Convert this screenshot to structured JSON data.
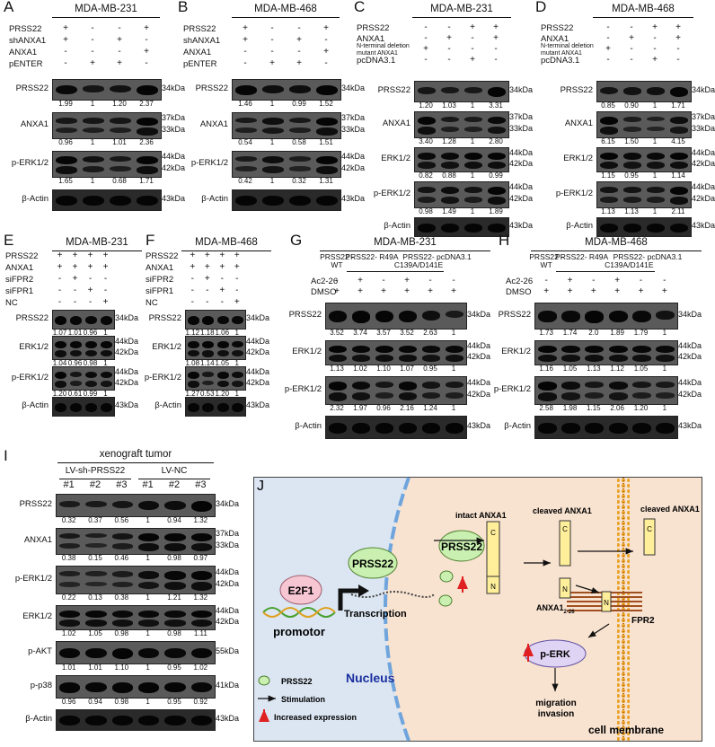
{
  "figure": {
    "panels": [
      {
        "id": "A",
        "letter": "A",
        "title": "MDA-MB-231",
        "lanes": 4,
        "rows": [
          {
            "label": "PRSS22",
            "signs": [
              "+",
              "-",
              "-",
              "+"
            ]
          },
          {
            "label": "shANXA1",
            "signs": [
              "+",
              "-",
              "+",
              "-"
            ]
          },
          {
            "label": "ANXA1",
            "signs": [
              "-",
              "-",
              "-",
              "+"
            ]
          },
          {
            "label": "pENTER",
            "signs": [
              "-",
              "+",
              "+",
              "-"
            ]
          }
        ],
        "blots": [
          {
            "name": "PRSS22",
            "kda": [
              "34kDa"
            ],
            "quant": [
              "1.99",
              "1",
              "1.20",
              "2.37"
            ]
          },
          {
            "name": "ANXA1",
            "kda": [
              "37kDa",
              "33kDa"
            ],
            "quant": [
              "0.96",
              "1",
              "1.01",
              "2.36"
            ]
          },
          {
            "name": "p-ERK1/2",
            "kda": [
              "44kDa",
              "42kDa"
            ],
            "quant": [
              "1.65",
              "1",
              "0.68",
              "1.71"
            ]
          },
          {
            "name": "β-Actin",
            "kda": [
              "43kDa"
            ],
            "quant": []
          }
        ]
      },
      {
        "id": "B",
        "letter": "B",
        "title": "MDA-MB-468",
        "lanes": 4,
        "rows": [
          {
            "label": "PRSS22",
            "signs": [
              "+",
              "-",
              "-",
              "+"
            ]
          },
          {
            "label": "shANXA1",
            "signs": [
              "+",
              "-",
              "+",
              "-"
            ]
          },
          {
            "label": "ANXA1",
            "signs": [
              "-",
              "-",
              "-",
              "+"
            ]
          },
          {
            "label": "pENTER",
            "signs": [
              "-",
              "+",
              "+",
              "-"
            ]
          }
        ],
        "blots": [
          {
            "name": "PRSS22",
            "kda": [
              "34kDa"
            ],
            "quant": [
              "1.46",
              "1",
              "0.99",
              "1.52"
            ]
          },
          {
            "name": "ANXA1",
            "kda": [
              "37kDa",
              "33kDa"
            ],
            "quant": [
              "0.54",
              "1",
              "0.58",
              "1.51"
            ]
          },
          {
            "name": "p-ERK1/2",
            "kda": [
              "44kDa",
              "42kDa"
            ],
            "quant": [
              "0.42",
              "1",
              "0.32",
              "1.31"
            ]
          },
          {
            "name": "β-Actin",
            "kda": [
              "43kDa"
            ],
            "quant": []
          }
        ]
      },
      {
        "id": "C",
        "letter": "C",
        "title": "MDA-MB-231",
        "lanes": 4,
        "rows": [
          {
            "label": "PRSS22",
            "signs": [
              "-",
              "-",
              "+",
              "+"
            ]
          },
          {
            "label": "ANXA1",
            "signs": [
              "-",
              "+",
              "-",
              "+"
            ]
          },
          {
            "label": "N-terminal deletion mutant ANXA1",
            "signs": [
              "+",
              "-",
              "-",
              "-"
            ]
          },
          {
            "label": "pcDNA3.1",
            "signs": [
              "-",
              "-",
              "+",
              "-"
            ]
          }
        ],
        "blots": [
          {
            "name": "PRSS22",
            "kda": [
              "34kDa"
            ],
            "quant": [
              "1.20",
              "1.03",
              "1",
              "3.31"
            ]
          },
          {
            "name": "ANXA1",
            "kda": [
              "37kDa",
              "33kDa"
            ],
            "quant": [
              "3.40",
              "1.28",
              "1",
              "2.80"
            ]
          },
          {
            "name": "ERK1/2",
            "kda": [
              "44kDa",
              "42kDa"
            ],
            "quant": [
              "0.82",
              "0.88",
              "1",
              "0.99"
            ]
          },
          {
            "name": "p-ERK1/2",
            "kda": [
              "44kDa",
              "42kDa"
            ],
            "quant": [
              "0.98",
              "1.49",
              "1",
              "1.89"
            ]
          },
          {
            "name": "β-Actin",
            "kda": [
              "43kDa"
            ],
            "quant": []
          }
        ]
      },
      {
        "id": "D",
        "letter": "D",
        "title": "MDA-MB-468",
        "lanes": 4,
        "rows": [
          {
            "label": "PRSS22",
            "signs": [
              "-",
              "-",
              "+",
              "+"
            ]
          },
          {
            "label": "ANXA1",
            "signs": [
              "-",
              "+",
              "-",
              "+"
            ]
          },
          {
            "label": "N-terminal deletion mutant ANXA1",
            "signs": [
              "+",
              "-",
              "-",
              "-"
            ]
          },
          {
            "label": "pcDNA3.1",
            "signs": [
              "-",
              "-",
              "+",
              "-"
            ]
          }
        ],
        "blots": [
          {
            "name": "PRSS22",
            "kda": [
              "34kDa"
            ],
            "quant": [
              "0.85",
              "0.90",
              "1",
              "1.71"
            ]
          },
          {
            "name": "ANXA1",
            "kda": [
              "37kDa",
              "33kDa"
            ],
            "quant": [
              "6.15",
              "1.50",
              "1",
              "4.15"
            ]
          },
          {
            "name": "ERK1/2",
            "kda": [
              "44kDa",
              "42kDa"
            ],
            "quant": [
              "1.15",
              "0.95",
              "1",
              "1.14"
            ]
          },
          {
            "name": "p-ERK1/2",
            "kda": [
              "44kDa",
              "42kDa"
            ],
            "quant": [
              "1.13",
              "1.13",
              "1",
              "2.11"
            ]
          },
          {
            "name": "β-Actin",
            "kda": [
              "43kDa"
            ],
            "quant": []
          }
        ]
      },
      {
        "id": "E",
        "letter": "E",
        "title": "MDA-MB-231",
        "lanes": 4,
        "rows": [
          {
            "label": "PRSS22",
            "signs": [
              "+",
              "+",
              "+",
              "+"
            ]
          },
          {
            "label": "ANXA1",
            "signs": [
              "+",
              "+",
              "+",
              "+"
            ]
          },
          {
            "label": "siFPR2",
            "signs": [
              "-",
              "+",
              "-",
              "-"
            ]
          },
          {
            "label": "siFPR1",
            "signs": [
              "-",
              "-",
              "+",
              "-"
            ]
          },
          {
            "label": "NC",
            "signs": [
              "-",
              "-",
              "-",
              "+"
            ]
          }
        ],
        "blots": [
          {
            "name": "PRSS22",
            "kda": [
              "34kDa"
            ],
            "quant": [
              "1.07",
              "1.01",
              "0.96",
              "1"
            ]
          },
          {
            "name": "ERK1/2",
            "kda": [
              "44kDa",
              "42kDa"
            ],
            "quant": [
              "1.04",
              "0.96",
              "0.98",
              "1"
            ]
          },
          {
            "name": "p-ERK1/2",
            "kda": [
              "44kDa",
              "42kDa"
            ],
            "quant": [
              "1.20",
              "0.61",
              "0.99",
              "1"
            ]
          },
          {
            "name": "β-Actin",
            "kda": [
              "43kDa"
            ],
            "quant": []
          }
        ]
      },
      {
        "id": "F",
        "letter": "F",
        "title": "MDA-MB-468",
        "lanes": 4,
        "rows": [
          {
            "label": "PRSS22",
            "signs": [
              "+",
              "+",
              "+",
              "+"
            ]
          },
          {
            "label": "ANXA1",
            "signs": [
              "+",
              "+",
              "+",
              "+"
            ]
          },
          {
            "label": "siFPR2",
            "signs": [
              "-",
              "+",
              "-",
              "-"
            ]
          },
          {
            "label": "siFPR1",
            "signs": [
              "-",
              "-",
              "+",
              "-"
            ]
          },
          {
            "label": "NC",
            "signs": [
              "-",
              "-",
              "-",
              "+"
            ]
          }
        ],
        "blots": [
          {
            "name": "PRSS22",
            "kda": [
              "34kDa"
            ],
            "quant": [
              "1.12",
              "1.18",
              "1.06",
              "1"
            ]
          },
          {
            "name": "ERK1/2",
            "kda": [
              "44kDa",
              "42kDa"
            ],
            "quant": [
              "1.08",
              "1.14",
              "1.05",
              "1"
            ]
          },
          {
            "name": "p-ERK1/2",
            "kda": [
              "44kDa",
              "42kDa"
            ],
            "quant": [
              "1.27",
              "0.53",
              "1.20",
              "1"
            ]
          },
          {
            "name": "β-Actin",
            "kda": [
              "43kDa"
            ],
            "quant": []
          }
        ]
      },
      {
        "id": "G",
        "letter": "G",
        "title": "MDA-MB-231",
        "lanes": 6,
        "groups": [
          {
            "label": "PRSS22 -WT"
          },
          {
            "label": "PRSS22- R49A"
          },
          {
            "label": "PRSS22- C139A/D141E"
          },
          {
            "label": "pcDNA3.1"
          }
        ],
        "rows": [
          {
            "label": "Ac2-26",
            "signs": [
              "-",
              "+",
              "-",
              "+",
              "-",
              "-"
            ]
          },
          {
            "label": "DMSO",
            "signs": [
              "+",
              "+",
              "+",
              "+",
              "+",
              "+"
            ]
          }
        ],
        "blots": [
          {
            "name": "PRSS22",
            "kda": [
              "34kDa"
            ],
            "quant": [
              "3.52",
              "3.74",
              "3.57",
              "3.52",
              "2.63",
              "1"
            ]
          },
          {
            "name": "ERK1/2",
            "kda": [
              "44kDa",
              "42kDa"
            ],
            "quant": [
              "1.13",
              "1.02",
              "1.10",
              "1.07",
              "0.95",
              "1"
            ]
          },
          {
            "name": "p-ERK1/2",
            "kda": [
              "44kDa",
              "42kDa"
            ],
            "quant": [
              "2.32",
              "1.97",
              "0.96",
              "2.16",
              "1.24",
              "1"
            ]
          },
          {
            "name": "β-Actin",
            "kda": [
              "43kDa"
            ],
            "quant": []
          }
        ]
      },
      {
        "id": "H",
        "letter": "H",
        "title": "MDA-MB-468",
        "lanes": 6,
        "groups": [
          {
            "label": "PRSS22 -WT"
          },
          {
            "label": "PRSS22- R49A"
          },
          {
            "label": "PRSS22- C139A/D141E"
          },
          {
            "label": "pcDNA3.1"
          }
        ],
        "rows": [
          {
            "label": "Ac2-26",
            "signs": [
              "-",
              "+",
              "-",
              "+",
              "-",
              "-"
            ]
          },
          {
            "label": "DMSO",
            "signs": [
              "+",
              "+",
              "+",
              "+",
              "+",
              "+"
            ]
          }
        ],
        "blots": [
          {
            "name": "PRSS22",
            "kda": [
              "34kDa"
            ],
            "quant": [
              "1.73",
              "1.74",
              "2.0",
              "1.89",
              "1.79",
              "1"
            ]
          },
          {
            "name": "ERK1/2",
            "kda": [
              "44kDa",
              "42kDa"
            ],
            "quant": [
              "1.16",
              "1.05",
              "1.13",
              "1.12",
              "1.05",
              "1"
            ]
          },
          {
            "name": "p-ERK1/2",
            "kda": [
              "44kDa",
              "42kDa"
            ],
            "quant": [
              "2.58",
              "1.98",
              "1.15",
              "2.06",
              "1.20",
              "1"
            ]
          },
          {
            "name": "β-Actin",
            "kda": [
              "43kDa"
            ],
            "quant": []
          }
        ]
      },
      {
        "id": "I",
        "letter": "I",
        "title": "xenograft tumor",
        "lanes": 6,
        "groups": [
          {
            "label": "LV-sh-PRSS22"
          },
          {
            "label": "LV-NC"
          }
        ],
        "lane_labels": [
          "#1",
          "#2",
          "#3",
          "#1",
          "#2",
          "#3"
        ],
        "blots": [
          {
            "name": "PRSS22",
            "kda": [
              "34kDa"
            ],
            "quant": [
              "0.32",
              "0.37",
              "0.56",
              "1",
              "0.94",
              "1.32"
            ]
          },
          {
            "name": "ANXA1",
            "kda": [
              "37kDa",
              "33kDa"
            ],
            "quant": [
              "0.38",
              "0.15",
              "0.46",
              "1",
              "0.98",
              "0.97"
            ]
          },
          {
            "name": "p-ERK1/2",
            "kda": [
              "44kDa",
              "42kDa"
            ],
            "quant": [
              "0.22",
              "0.13",
              "0.38",
              "1",
              "1.21",
              "1.32"
            ]
          },
          {
            "name": "ERK1/2",
            "kda": [
              "44kDa",
              "42kDa"
            ],
            "quant": [
              "1.02",
              "1.05",
              "0.98",
              "1",
              "0.98",
              "1.11"
            ]
          },
          {
            "name": "p-AKT",
            "kda": [
              "55kDa"
            ],
            "quant": [
              "1.01",
              "1.01",
              "1.10",
              "1",
              "0.95",
              "1.02"
            ]
          },
          {
            "name": "p-p38",
            "kda": [
              "41kDa"
            ],
            "quant": [
              "0.96",
              "0.94",
              "0.98",
              "1",
              "0.95",
              "0.92"
            ]
          },
          {
            "name": "β-Actin",
            "kda": [
              "43kDa"
            ],
            "quant": []
          }
        ]
      }
    ],
    "diagram": {
      "letter": "J",
      "nucleus_label": "Nucleus",
      "e2f1": "E2F1",
      "promotor": "promotor",
      "transcription": "Transcription",
      "prss22": "PRSS22",
      "intact_anxa1": "intact ANXA1",
      "cleaved_anxa1": "cleaved ANXA1",
      "anxa1_frag": "ANXA1",
      "anxa1_sub": "2-26",
      "c_letter": "C",
      "n_letter": "N",
      "fpr2": "FPR2",
      "perk": "p-ERK",
      "outcome": [
        "migration",
        "invasion"
      ],
      "cell_membrane": "cell membrane",
      "legend": [
        {
          "label": "PRSS22"
        },
        {
          "label": "Stimulation"
        },
        {
          "label": "Increased expression"
        }
      ],
      "colors": {
        "nucleus": "#dbe6f2",
        "cytoplasm": "#f8e2d0",
        "ellipse": "#c9f0b0",
        "bar": "#ffef9a",
        "pink": "#f7c6d3",
        "perk": "#e0d4f5",
        "red": "#e02020"
      }
    }
  }
}
